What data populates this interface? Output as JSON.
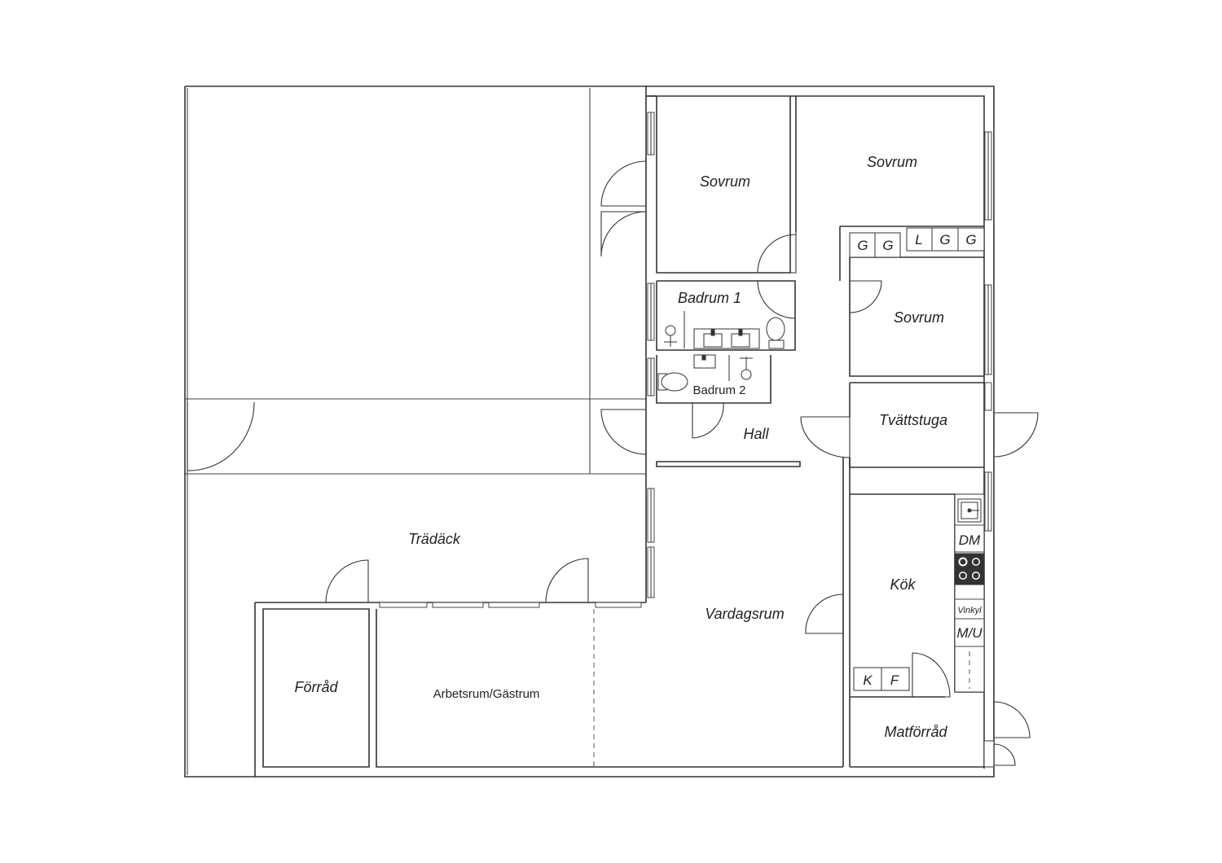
{
  "rooms": {
    "sovrum_1": "Sovrum",
    "sovrum_2": "Sovrum",
    "sovrum_3": "Sovrum",
    "badrum_1": "Badrum 1",
    "badrum_2": "Badrum 2",
    "hall": "Hall",
    "tvattstuga": "Tvättstuga",
    "tradack": "Trädäck",
    "vardagsrum": "Vardagsrum",
    "kok": "Kök",
    "forrad": "Förråd",
    "arbetsrum": "Arbetsrum/Gästrum",
    "matforrad": "Matförråd"
  },
  "wardrobes": [
    "G",
    "G",
    "L",
    "G",
    "G"
  ],
  "kitchen": {
    "dishwasher": "DM",
    "wine_fridge": "Vinkyl",
    "micro_oven": "M/U",
    "fridge": "K",
    "freezer": "F"
  }
}
